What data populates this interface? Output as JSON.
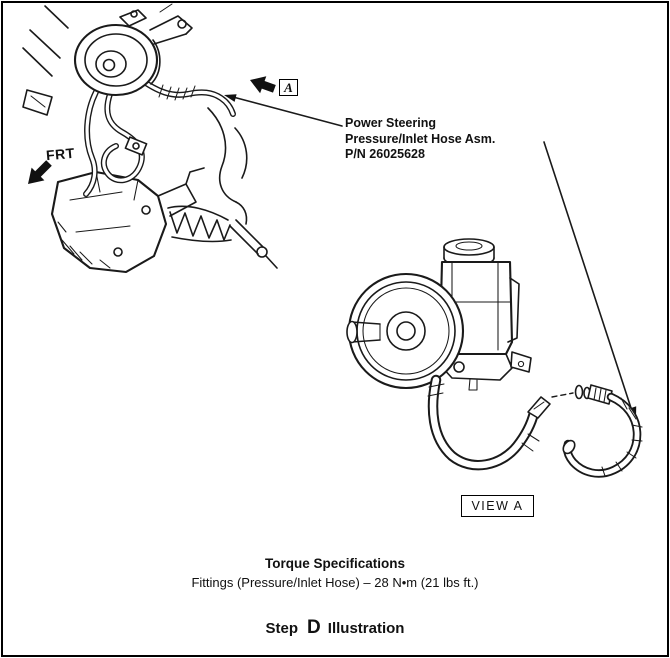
{
  "page": {
    "background": "#ffffff",
    "ink": "#1a1a1a",
    "border_color": "#000000"
  },
  "annotations": {
    "frt_label": "FRT",
    "view_callout_letter": "A",
    "part_callout": {
      "line1": "Power Steering",
      "line2": "Pressure/Inlet Hose Asm.",
      "line3": "P/N 26025628"
    },
    "view_box_label": "VIEW A"
  },
  "torque_specifications": {
    "title": "Torque Specifications",
    "spec_line": "Fittings (Pressure/Inlet Hose) – 28 N•m (21 lbs ft.)"
  },
  "caption": {
    "step_word": "Step",
    "step_letter": "D",
    "suffix": "Illustration"
  }
}
